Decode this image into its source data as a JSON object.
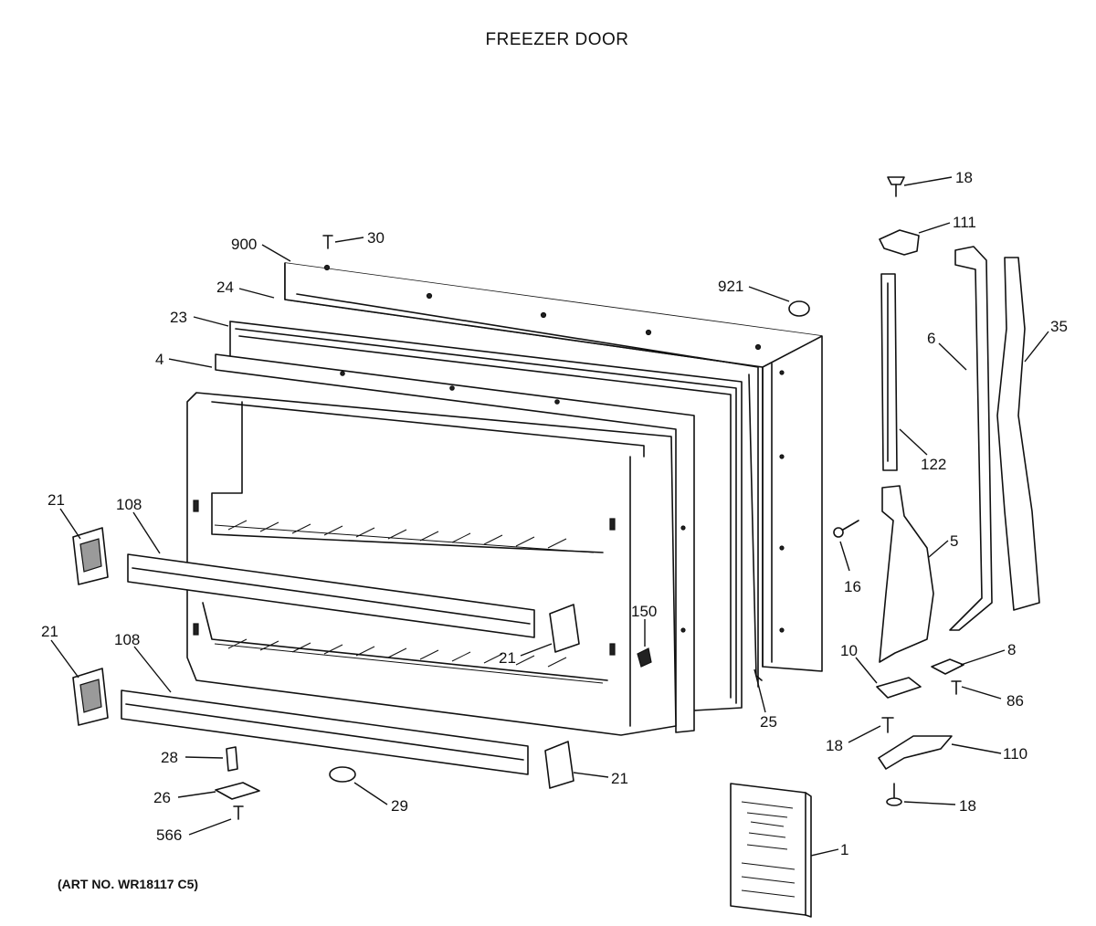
{
  "title": "FREEZER DOOR",
  "art_number": "(ART NO. WR18117 C5)",
  "callouts": {
    "c18_top": "18",
    "c111": "111",
    "c30": "30",
    "c900": "900",
    "c24": "24",
    "c921": "921",
    "c23": "23",
    "c35": "35",
    "c6": "6",
    "c4": "4",
    "c122": "122",
    "c21_upper_left": "21",
    "c108_upper": "108",
    "c5": "5",
    "c16": "16",
    "c150": "150",
    "c21_lower_left": "21",
    "c108_lower": "108",
    "c21_mid": "21",
    "c10": "10",
    "c8": "8",
    "c86": "86",
    "c25": "25",
    "c18_mid": "18",
    "c110": "110",
    "c28": "28",
    "c21_bottom": "21",
    "c26": "26",
    "c29": "29",
    "c18_bottom": "18",
    "c566": "566",
    "c1": "1"
  }
}
